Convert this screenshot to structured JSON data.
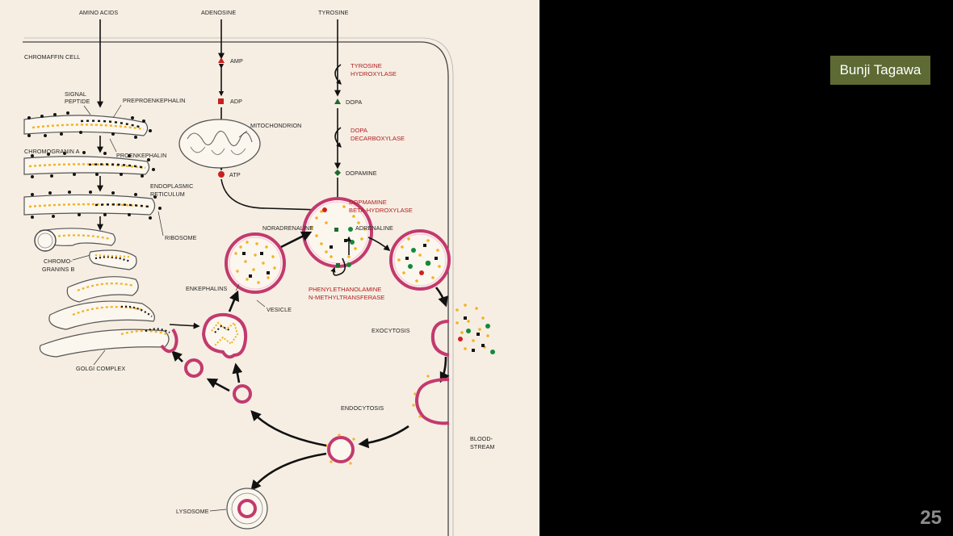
{
  "slide": {
    "author": "Bunji Tagawa",
    "page_number": "25"
  },
  "diagram": {
    "labels": {
      "amino_acids": "AMINO ACIDS",
      "adenosine": "ADENOSINE",
      "tyrosine": "TYROSINE",
      "chromaffin_cell": "CHROMAFFIN CELL",
      "amp": "AMP",
      "adp": "ADP",
      "atp": "ATP",
      "signal_peptide_1": "SIGNAL",
      "signal_peptide_2": "PEPTIDE",
      "preproenkephalin": "PREPROENKEPHALIN",
      "mitochondrion": "MITOCHONDRION",
      "chromogranin_a": "CHROMOGRANIN A",
      "proenkephalin": "PROENKEPHALIN",
      "endoplasmic_1": "ENDOPLASMIC",
      "reticulum": "RETICULUM",
      "ribosome": "RIBOSOME",
      "chromo_1": "CHROMO-",
      "chromo_2": "GRANINS B",
      "enkephalins": "ENKEPHALINS",
      "vesicle": "VESICLE",
      "noradrenaline": "NORADRENALINE",
      "adrenaline": "ADRENALINE",
      "dopa": "DOPA",
      "dopamine": "DOPAMINE",
      "exocytosis": "EXOCYTOSIS",
      "golgi_complex": "GOLGI COMPLEX",
      "endocytosis": "ENDOCYTOSIS",
      "blood_1": "BLOOD-",
      "blood_2": "STREAM",
      "lysosome": "LYSOSOME"
    },
    "enzymes": {
      "tyrosine_hydroxylase_1": "TYROSINE",
      "tyrosine_hydroxylase_2": "HYDROXYLASE",
      "dopa_decarboxylase_1": "DOPA",
      "dopa_decarboxylase_2": "DECARBOXYLASE",
      "dbh_1": "DOPMAMINE",
      "dbh_2": "BETA-HYDROXYLASE",
      "pnmt_1": "PHENYLETHANOLAMINE",
      "pnmt_2": "N-METHYLTRANSFERASE"
    },
    "colors": {
      "background": "#f6eee3",
      "membrane": "#c23a6e",
      "enkephalin_dot": "#f2b21f",
      "enzyme_text": "#b01e1e",
      "dopamine_marker": "#1f6b2f",
      "adrenaline_marker": "#148a3a",
      "tag_background": "#5e6a34"
    }
  }
}
